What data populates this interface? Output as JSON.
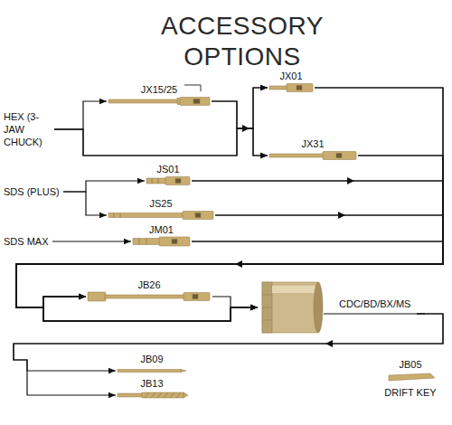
{
  "diagram": {
    "title": "ACCESSORY OPTIONS",
    "nodes": [
      {
        "text": [
          "HEX (3-JAW CHUCK)"
        ]
      },
      {
        "text": [
          "JX15/25"
        ]
      },
      {
        "text": [
          "JX01"
        ]
      },
      {
        "text": [
          "JX31"
        ]
      },
      {
        "text": [
          "SDS (PLUS)"
        ]
      },
      {
        "text": [
          "JS01"
        ]
      },
      {
        "text": [
          "JS25"
        ]
      },
      {
        "text": [
          "SDS MAX"
        ]
      },
      {
        "text": [
          "JM01"
        ]
      },
      {
        "text": [
          "JB26"
        ]
      },
      {
        "text": [
          "CDC/BD/BX/MS"
        ]
      },
      {
        "text": [
          "JB09"
        ]
      },
      {
        "text": [
          "JB13"
        ]
      },
      {
        "text": [
          "JB05",
          "DRIFT KEY"
        ]
      }
    ],
    "edges": [
      {
        "from": 0,
        "to": 1,
        "arrow": "to"
      },
      {
        "from": 0,
        "to": 2,
        "arrow": "to"
      },
      {
        "from": 0,
        "to": 3,
        "arrow": "to"
      },
      {
        "from": 1,
        "to": 2,
        "arrow": "to"
      },
      {
        "from": 1,
        "to": 3,
        "arrow": "to"
      },
      {
        "from": 4,
        "to": 5,
        "arrow": "to"
      },
      {
        "from": 4,
        "to": 6,
        "arrow": "to"
      },
      {
        "from": 7,
        "to": 8,
        "arrow": "to"
      },
      {
        "from": 2,
        "to": 9,
        "arrow": "to"
      },
      {
        "from": 2,
        "to": 10,
        "arrow": "to"
      },
      {
        "from": 3,
        "to": 9,
        "arrow": "to"
      },
      {
        "from": 3,
        "to": 10,
        "arrow": "to"
      },
      {
        "from": 5,
        "to": 9,
        "arrow": "to"
      },
      {
        "from": 5,
        "to": 10,
        "arrow": "to"
      },
      {
        "from": 6,
        "to": 9,
        "arrow": "to"
      },
      {
        "from": 6,
        "to": 10,
        "arrow": "to"
      },
      {
        "from": 8,
        "to": 9,
        "arrow": "to"
      },
      {
        "from": 8,
        "to": 10,
        "arrow": "to"
      },
      {
        "from": 9,
        "to": 10,
        "arrow": "to"
      },
      {
        "from": 10,
        "to": 11,
        "arrow": "to"
      },
      {
        "from": 10,
        "to": 12,
        "arrow": "to"
      }
    ]
  }
}
